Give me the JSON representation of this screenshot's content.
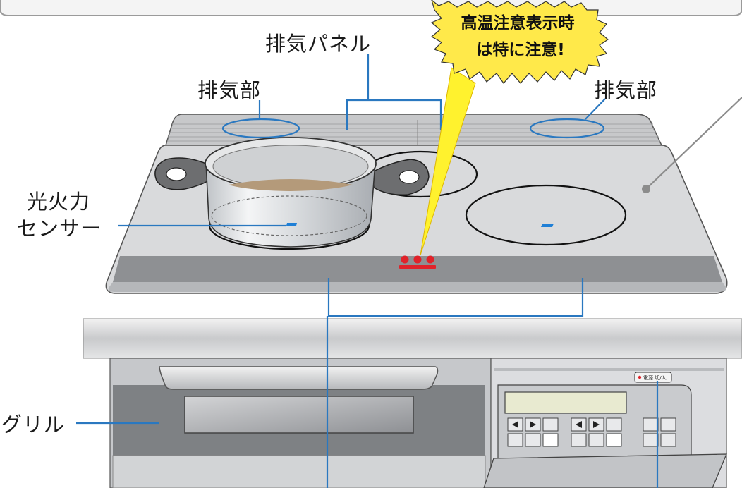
{
  "labels": {
    "exhaust_panel": "排気パネル",
    "exhaust_left": "排気部",
    "exhaust_right": "排気部",
    "light_sensor_line1": "光火力",
    "light_sensor_line2": "センサー",
    "grill": "グリル"
  },
  "callout": {
    "line1": "高温注意表示時",
    "line2": "は特に注意!"
  },
  "panel": {
    "power_label": "電源 切/入"
  },
  "colors": {
    "leader_line": "#2a78c0",
    "callout_fill": "#ffe94a",
    "indicator_red": "#e0222a",
    "cooktop_top": "#d9dadc",
    "control_strip": "#8e9093"
  }
}
